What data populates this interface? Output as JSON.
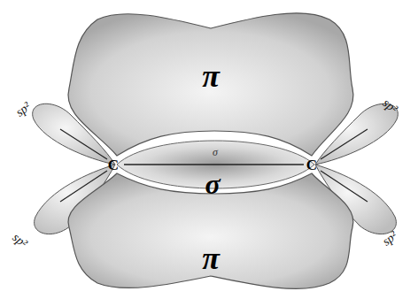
{
  "diagram": {
    "labels": [
      "π",
      "sp²",
      "sp²",
      "C",
      "σ",
      "C",
      "σ",
      "sp²",
      "sp²",
      "π"
    ]
  }
}
